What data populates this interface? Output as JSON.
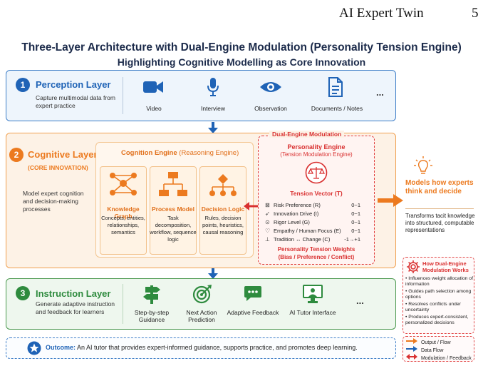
{
  "running_head": {
    "title": "AI Expert Twin",
    "page": "5"
  },
  "title": {
    "line1": "Three-Layer Architecture with Dual-Engine Modulation (Personality Tension Engine)",
    "line2": "Highlighting Cognitive Modelling as Core Innovation"
  },
  "perception": {
    "number": "1",
    "title": "Perception Layer",
    "description": "Capture multimodal data from expert practice",
    "items": [
      "Video",
      "Interview",
      "Observation",
      "Documents / Notes"
    ],
    "more": "..."
  },
  "cognitive": {
    "number": "2",
    "title": "Cognitive Layer",
    "subtitle": "(CORE INNOVATION)",
    "description": "Model expert cognition and decision-making processes",
    "engine_title": "Cognition Engine",
    "engine_sub": "(Reasoning Engine)",
    "modules": [
      {
        "title": "Knowledge Graph",
        "text": "Concepts, entities, relationships, semantics"
      },
      {
        "title": "Process Model",
        "text": "Task decomposition, workflow, sequence logic"
      },
      {
        "title": "Decision Logic",
        "text": "Rules, decision points, heuristics, causal reasoning"
      }
    ]
  },
  "dual_engine": {
    "label": "Dual-Engine Modulation",
    "personality_title": "Personality Engine",
    "personality_sub": "(Tension Modulation Engine)",
    "tension_vector": "Tension Vector (T)",
    "rows": [
      {
        "label": "Risk Preference (R)",
        "value": "0~1"
      },
      {
        "label": "Innovation Drive (I)",
        "value": "0~1"
      },
      {
        "label": "Rigor Level (G)",
        "value": "0~1"
      },
      {
        "label": "Empathy / Human Focus (E)",
        "value": "0~1"
      },
      {
        "label": "Tradition ↔ Change (C)",
        "value": "-1→+1"
      }
    ],
    "weights_title": "Personality Tension Weights",
    "weights_sub": "(Bias / Preference / Conflict)"
  },
  "models": {
    "headline": "Models how experts think and decide",
    "text": "Transforms tacit knowledge into structured, computable representations"
  },
  "how": {
    "title": "How Dual-Engine Modulation Works",
    "bullets": [
      "Influences weight allocation of information",
      "Guides path selection among options",
      "Resolves conflicts under uncertainty",
      "Produces expert-consistent, personalized decisions"
    ]
  },
  "instruction": {
    "number": "3",
    "title": "Instruction Layer",
    "description": "Generate adaptive instruction and feedback for learners",
    "items": [
      "Step-by-step Guidance",
      "Next Action Prediction",
      "Adaptive Feedback",
      "AI Tutor Interface"
    ],
    "more": "..."
  },
  "outcome": {
    "label": "Outcome:",
    "text": "An AI tutor that provides expert-informed guidance, supports practice, and promotes deep learning."
  },
  "legend": [
    "Output / Flow",
    "Data Flow",
    "Modulation / Feedback"
  ],
  "colors": {
    "blue": "#1f63b6",
    "orange": "#ec7a1f",
    "green": "#2e8b3e",
    "red": "#d93030"
  }
}
